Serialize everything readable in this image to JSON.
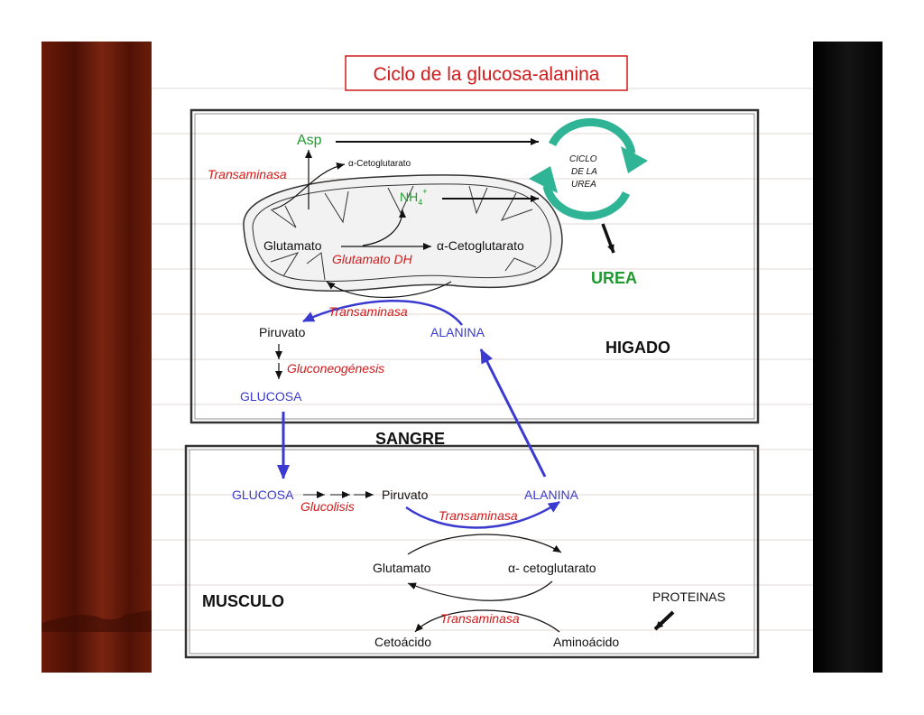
{
  "slide": {
    "title": "Ciclo de la glucosa-alanina"
  },
  "colors": {
    "red": "#d11a1a",
    "blue": "#3a3ad0",
    "green": "#1e9a2e",
    "teal": "#2fb495",
    "black": "#111111",
    "curtain_left": "#5a1406",
    "curtain_right": "#0a0a0a"
  },
  "liver": {
    "asp": "Asp",
    "transaminasa_top": "Transaminasa",
    "alpha_kg_small": "α-Cetoglutarato",
    "nh4_base": "NH",
    "nh4_sub": "4",
    "nh4_sup": "+",
    "glutamato": "Glutamato",
    "alpha_kg": "α-Cetoglutarato",
    "glutamato_dh": "Glutamato DH",
    "urea_cycle_line1": "CICLO",
    "urea_cycle_line2": "DE LA",
    "urea_cycle_line3": "UREA",
    "urea": "UREA",
    "transaminasa_mid": "Transaminasa",
    "piruvato": "Piruvato",
    "alanina": "ALANINA",
    "gluconeogenesis": "Gluconeogénesis",
    "glucosa": "GLUCOSA",
    "organ": "HIGADO"
  },
  "blood": {
    "label": "SANGRE"
  },
  "muscle": {
    "glucosa": "GLUCOSA",
    "glucolisis": "Glucolisis",
    "piruvato": "Piruvato",
    "alanina": "ALANINA",
    "transaminasa_1": "Transaminasa",
    "glutamato": "Glutamato",
    "alpha_kg": "α- cetoglutarato",
    "organ": "MUSCULO",
    "proteinas": "PROTEINAS",
    "transaminasa_2": "Transaminasa",
    "cetoacido": "Cetoácido",
    "aminoacido": "Aminoácido"
  }
}
